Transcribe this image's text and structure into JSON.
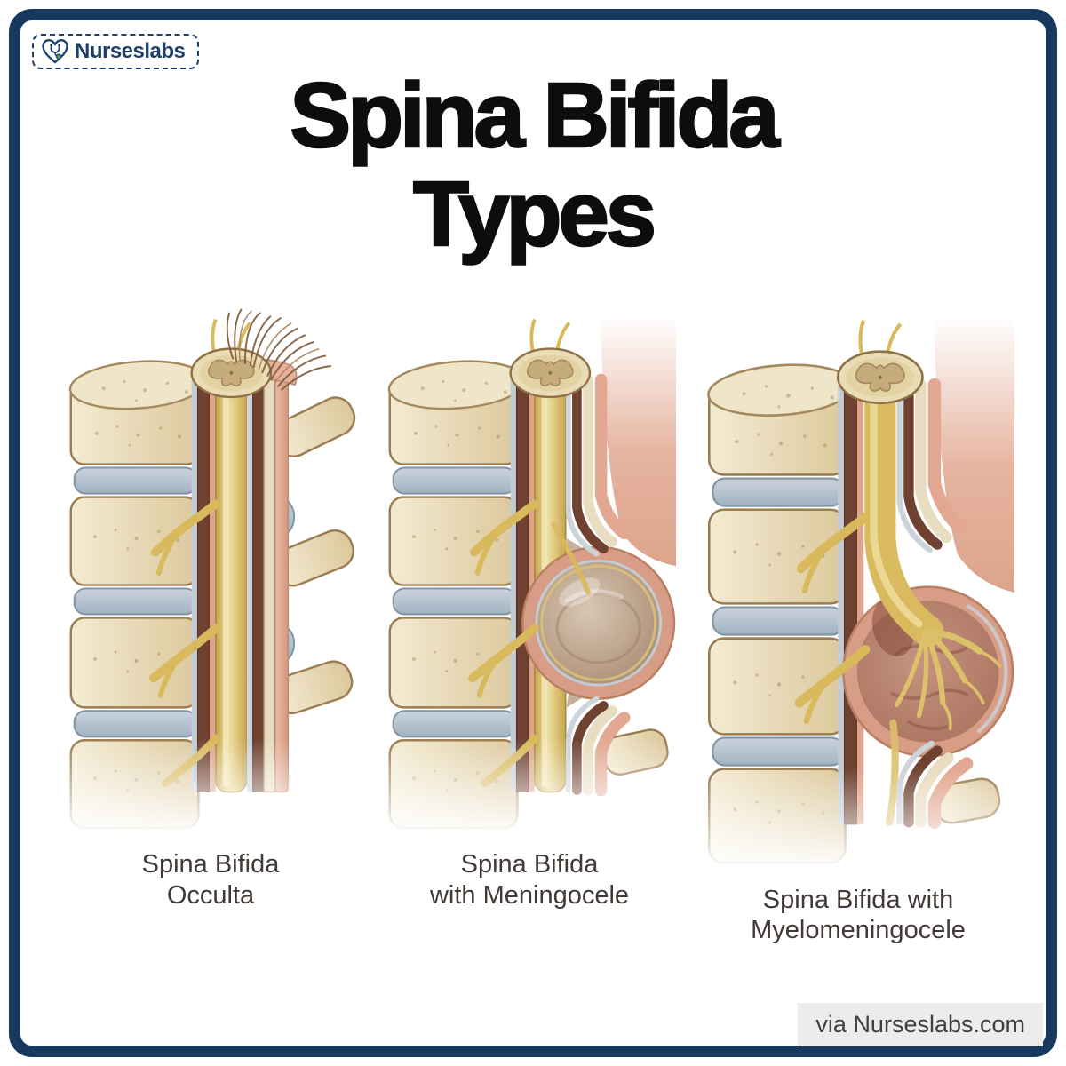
{
  "page": {
    "background_color": "#ffffff",
    "border_color": "#17395e"
  },
  "logo": {
    "text": "Nurseslabs",
    "icon": "heart-stethoscope-icon",
    "color": "#1d3f6a"
  },
  "title": {
    "line1": "Spina Bifida",
    "line2": "Types",
    "color": "#0d0d0d"
  },
  "panels": [
    {
      "id": "occulta",
      "label_line1": "Spina Bifida",
      "label_line2": "Occulta"
    },
    {
      "id": "meningocele",
      "label_line1": "Spina Bifida",
      "label_line2": "with Meningocele"
    },
    {
      "id": "myelomeningocele",
      "label_line1": "Spina Bifida with",
      "label_line2": "Myelomeningocele"
    }
  ],
  "attribution": {
    "text": "via Nurseslabs.com",
    "background": "#ececec"
  },
  "illustration_colors": {
    "bone": "#e7d8b2",
    "bone_edge": "#9b7c50",
    "bone_cut_surface": "#efe6ca",
    "intervertebral_disc": "#b7c3cf",
    "spinal_cord": "#dcbd63",
    "dura_mater": "#6f4130",
    "skin": "#e2a890",
    "meningocele_fluid": "#b39a84",
    "myelomeningocele_tissue": "#b5826f",
    "hair": "#7c5a38"
  }
}
